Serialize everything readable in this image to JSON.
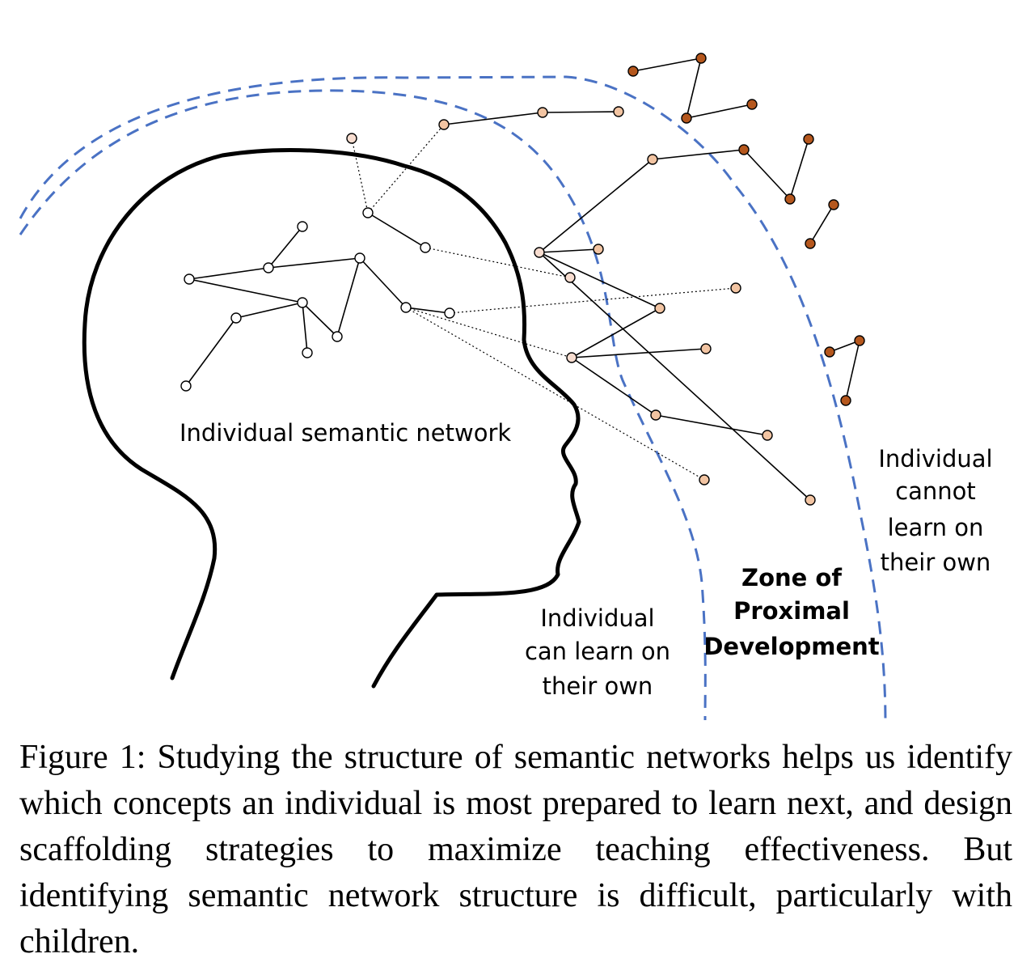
{
  "labels": {
    "network": "Individual semantic network",
    "can_learn": [
      "Individual",
      "can learn on",
      "their own"
    ],
    "zpd": [
      "Zone of",
      "Proximal",
      "Development"
    ],
    "cannot_learn": [
      "Individual",
      "cannot",
      "learn on",
      "their own"
    ]
  },
  "caption": "Figure 1: Studying the structure of semantic networks helps us identify which concepts an individual is most prepared to learn next, and design scaffolding strategies to maximize teaching effectiveness. But identifying semantic network structure is difficult, particularly with children.",
  "colors": {
    "head_outline": "#000000",
    "zone_boundary": "#4a72c4",
    "known_node": "#ffffff",
    "near_node": "#f2c4a2",
    "nearest_node": "#f8ddd0",
    "far_node": "#b5571d"
  }
}
